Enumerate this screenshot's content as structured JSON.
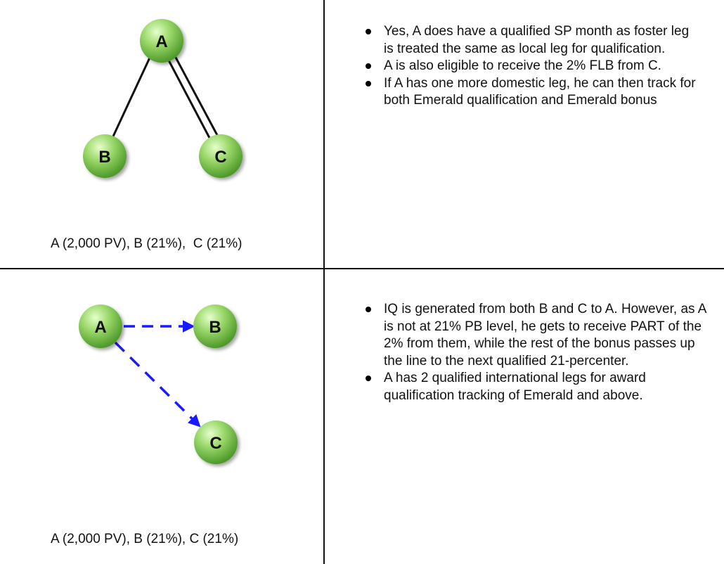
{
  "panels": [
    {
      "nodes": {
        "a": "A",
        "b": "B",
        "c": "C"
      },
      "caption": "A (2,000 PV), B (21%),  C (21%)",
      "notes": [
        "Yes, A does have a qualified SP month as foster leg is treated the same as local leg for qualification.",
        "A is also eligible to receive the 2% FLB from C.",
        "If A has one more domestic leg, he can then track for both Emerald qualification and Emerald bonus"
      ]
    },
    {
      "nodes": {
        "a": "A",
        "b": "B",
        "c": "C"
      },
      "caption": "A (2,000 PV), B (21%), C (21%)",
      "notes": [
        "IQ is generated from both B and C to A. However, as A is not at 21% PB level, he gets to receive PART of the 2% from them, while the rest of the bonus passes up the line to the next qualified 21-percenter.",
        "A has 2 qualified international legs for award qualification tracking of Emerald and above."
      ]
    }
  ],
  "colors": {
    "node_fill": "#8fd060",
    "node_dark": "#4e9a2a",
    "arrow": "#1a1aff",
    "line": "#111111"
  }
}
